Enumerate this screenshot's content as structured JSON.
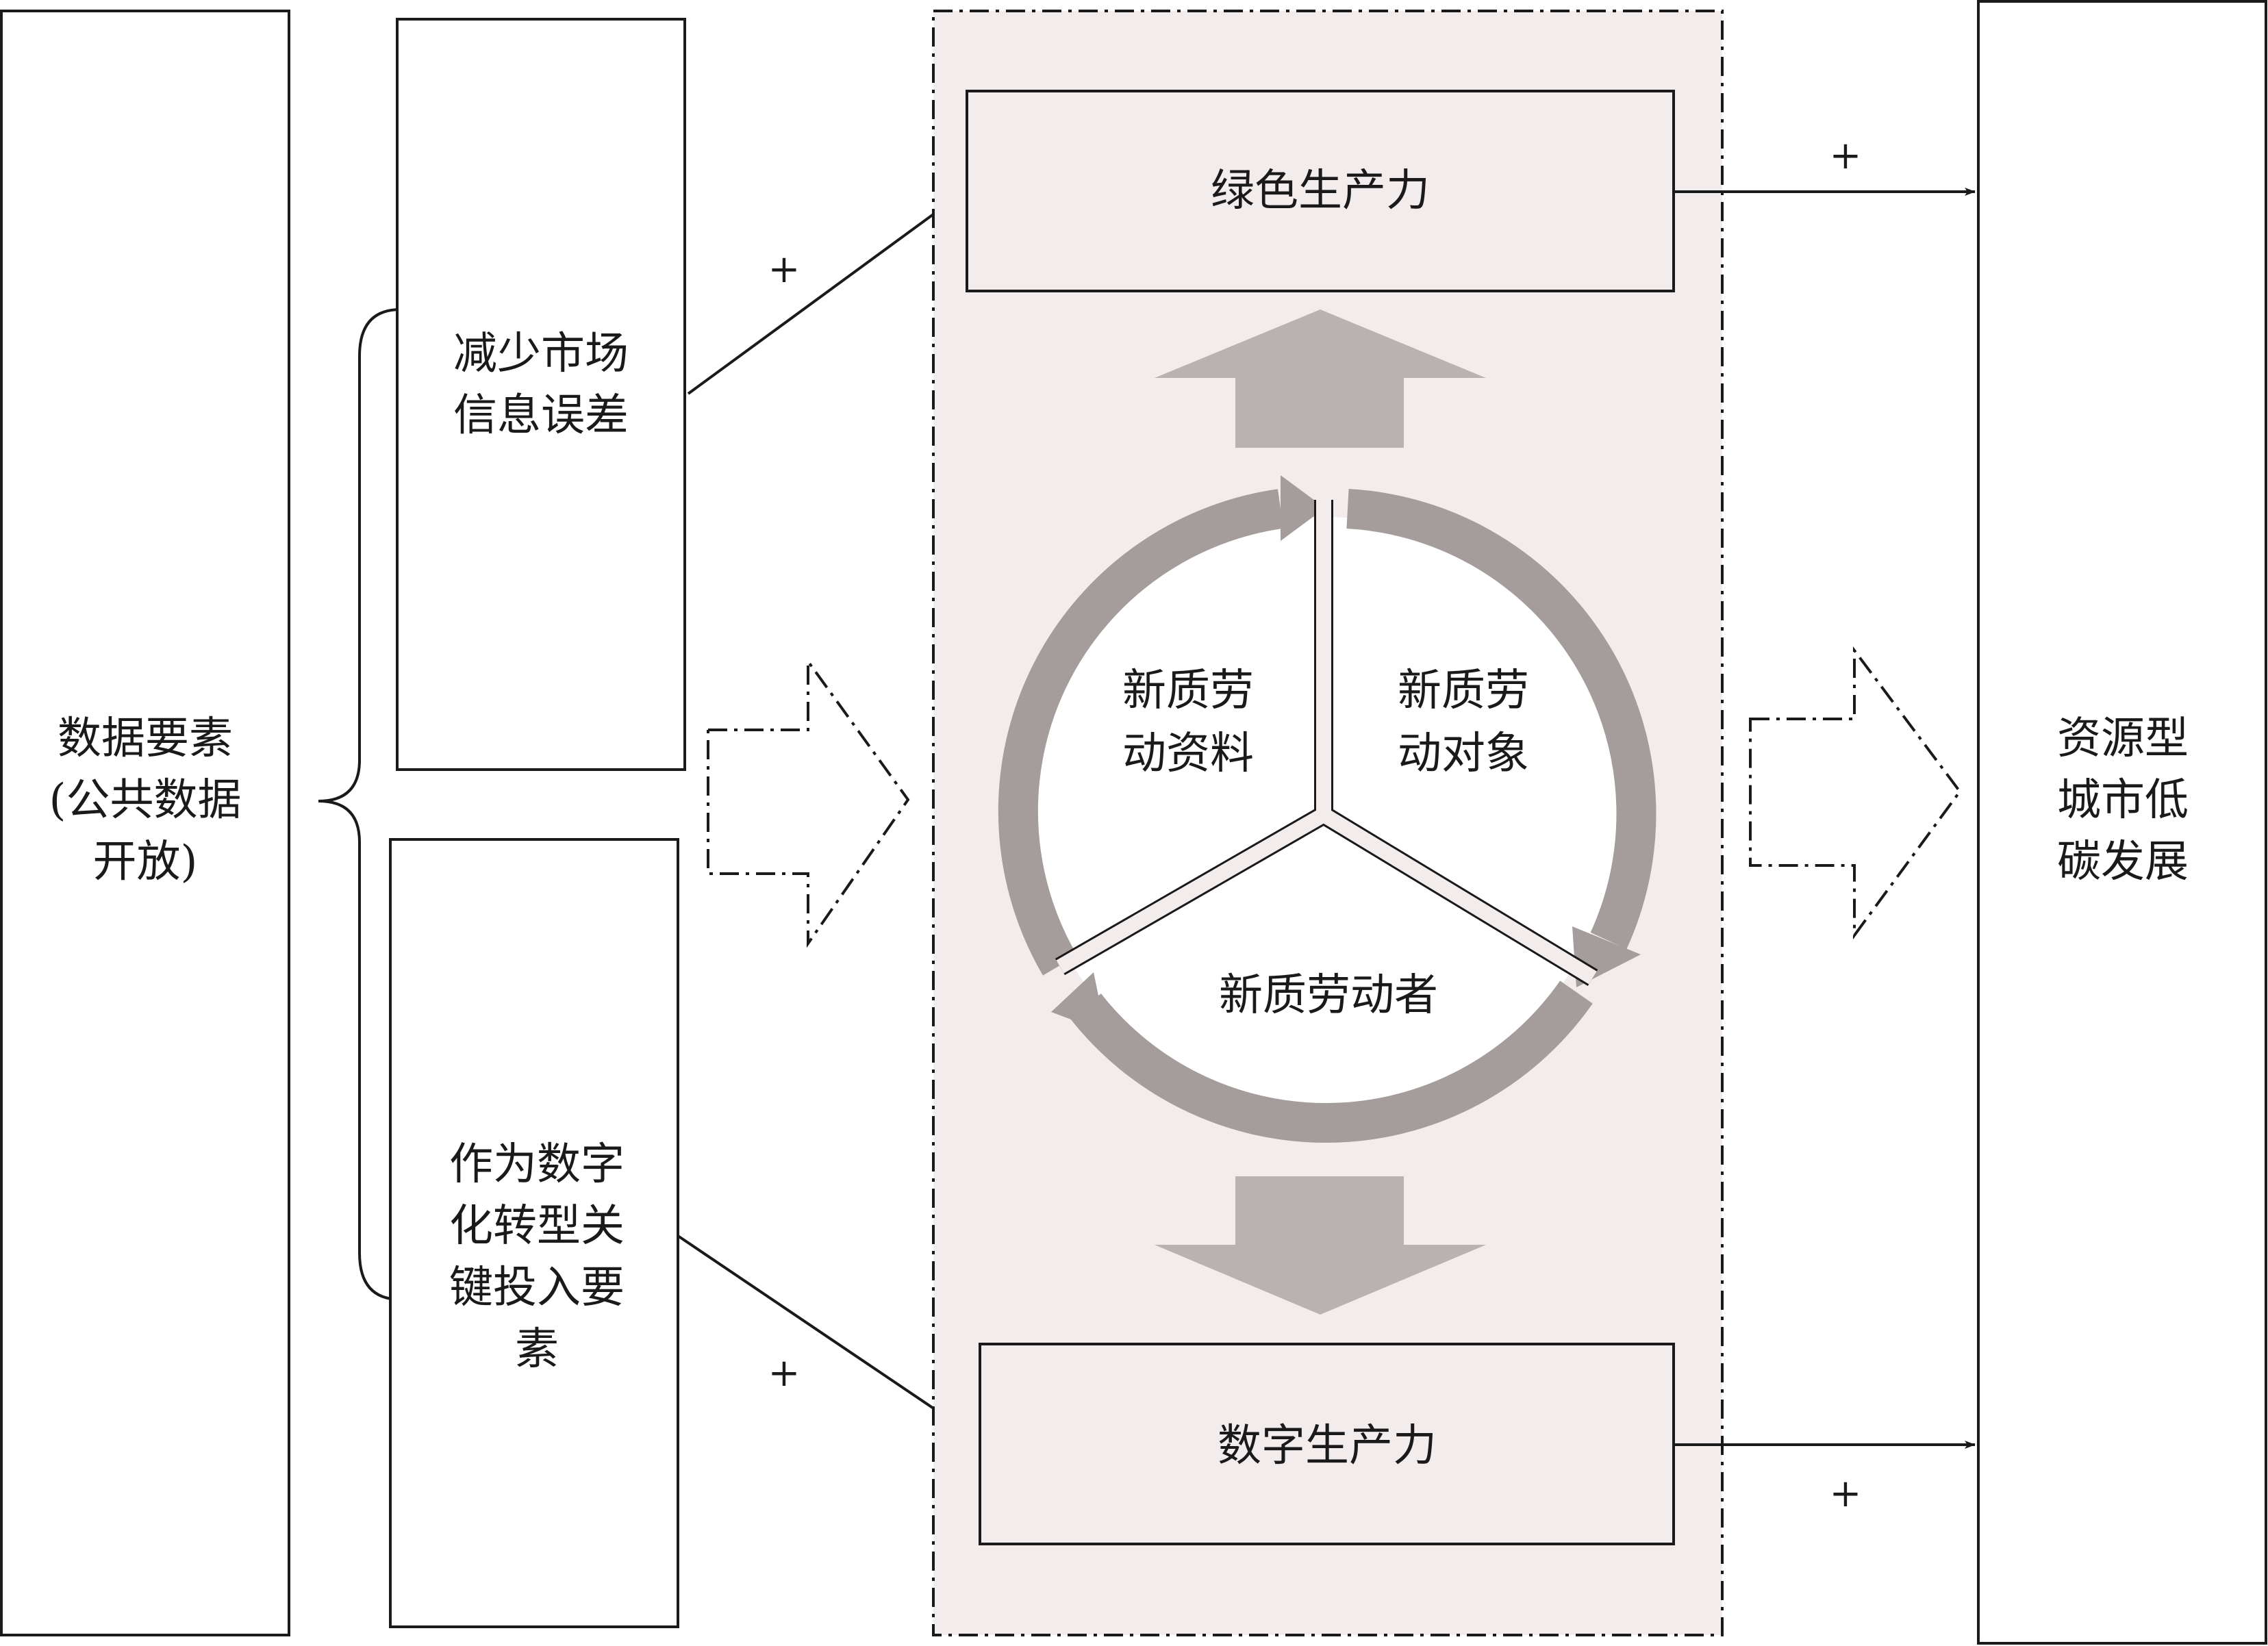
{
  "labels": {
    "data_elements": [
      "数据要素",
      "(公共数据",
      "开放)"
    ],
    "reduce_error": [
      "减少市场",
      "信息误差"
    ],
    "key_input": [
      "作为数字",
      "化转型关",
      "键投入要",
      "素"
    ],
    "green_productivity": "绿色生产力",
    "digital_productivity": "数字生产力",
    "labor_means": [
      "新质劳",
      "动资料"
    ],
    "labor_objects": [
      "新质劳",
      "动对象"
    ],
    "laborers": "新质劳动者",
    "low_carbon": [
      "资源型",
      "城市低",
      "碳发展"
    ]
  },
  "signs": {
    "upper_left": "+",
    "lower_left": "+",
    "upper_right": "+",
    "lower_right": "+"
  },
  "colors": {
    "panel_fill": "#f2ecec",
    "ring": "#a59c9c",
    "block_arrow": "#bab2b0",
    "line": "#1a1a1a"
  }
}
